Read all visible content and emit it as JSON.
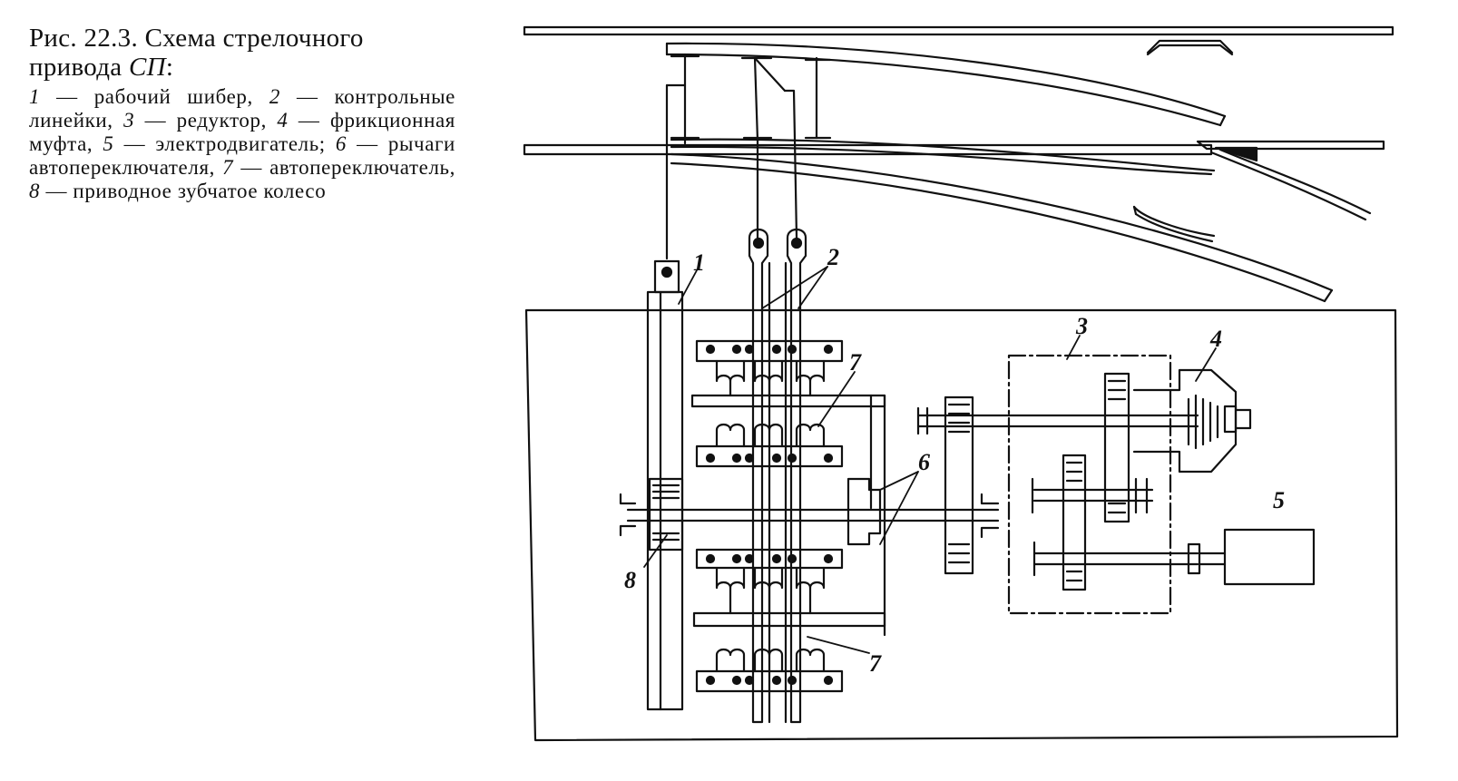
{
  "caption": {
    "title_line1": "Рис. 22.3. Схема стрелочного",
    "title_line2": "привода ",
    "title_italic": "СП",
    "title_colon": ":",
    "legend": [
      {
        "num": "1",
        "text": "рабочий шибер, "
      },
      {
        "num": "2",
        "text": "контрольные линейки, "
      },
      {
        "num": "3",
        "text": "редуктор, "
      },
      {
        "num": "4",
        "text": "фрикционная муфта, "
      },
      {
        "num": "5",
        "text": "электродвигатель; "
      },
      {
        "num": "6",
        "text": "рычаги автопереключателя, "
      },
      {
        "num": "7",
        "text": "автопереключатель, "
      },
      {
        "num": "8",
        "text": "приводное зубчатое колесо"
      }
    ],
    "dash": " — "
  },
  "labels": {
    "l1": "1",
    "l2": "2",
    "l3": "3",
    "l4": "4",
    "l5": "5",
    "l6": "6",
    "l7a": "7",
    "l7b": "7",
    "l8": "8"
  }
}
